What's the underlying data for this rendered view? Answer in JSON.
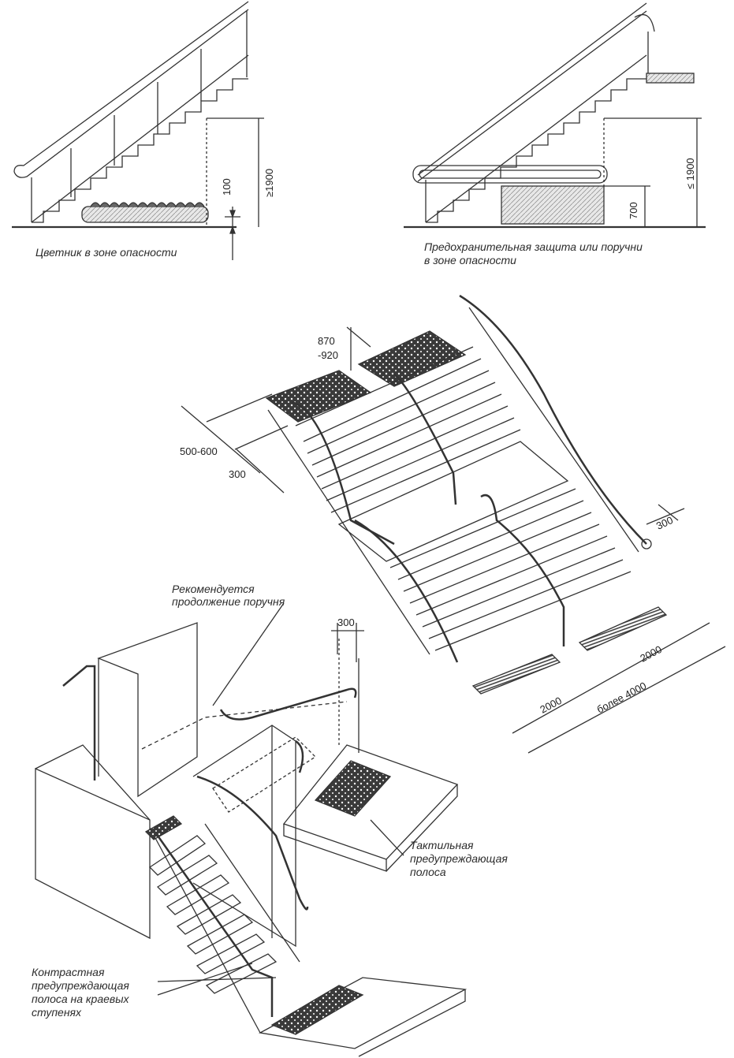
{
  "top_left": {
    "caption": "Цветник  в зоне опасности",
    "dim_100": "100",
    "dim_1900": "≥1900"
  },
  "top_right": {
    "caption_line1": "Предохранительная защита или поручни",
    "caption_line2": "в зоне опасности",
    "dim_700": "700",
    "dim_1900": "≤ 1900"
  },
  "middle": {
    "dim_870_a": "870",
    "dim_870_b": "-920",
    "dim_500_600": "500-600",
    "dim_300_left": "300",
    "dim_300_right": "300",
    "dim_2000_a": "2000",
    "dim_2000_b": "2000",
    "dim_more_4000": "более 4000"
  },
  "bottom": {
    "recommend_line1": "Рекомендуется",
    "recommend_line2": "продолжение поручня",
    "dim_300": "300",
    "tactile_line1": "Тактильная",
    "tactile_line2": "предупреждающая",
    "tactile_line3": "полоса",
    "contrast_line1": "Контрастная",
    "contrast_line2": "предупреждающая",
    "contrast_line3": "полоса на краевых",
    "contrast_line4": "ступенях"
  }
}
